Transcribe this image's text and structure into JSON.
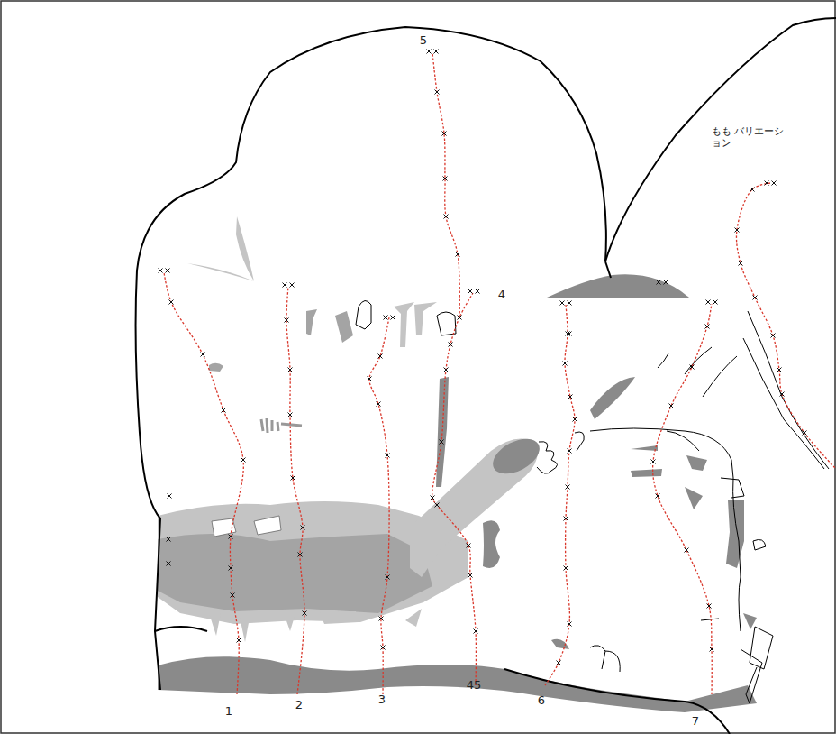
{
  "diagram": {
    "labels": [
      "5",
      "4",
      "もも バリエーション",
      "1",
      "2",
      "3",
      "45",
      "6",
      "7"
    ]
  }
}
